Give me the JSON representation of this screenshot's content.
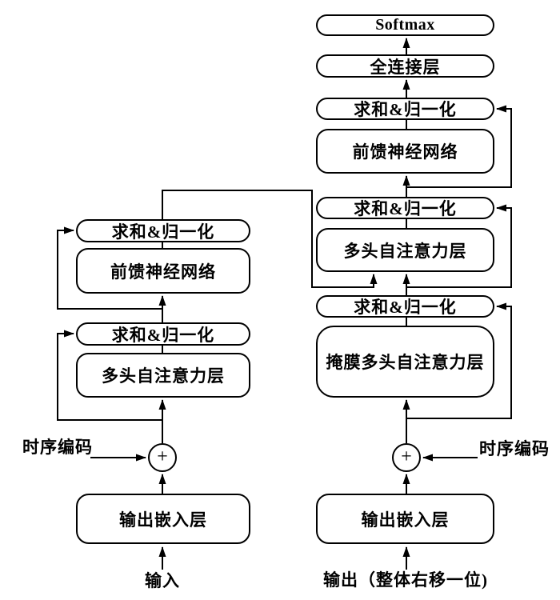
{
  "plus_symbol": "+",
  "colors": {
    "line": "#000000",
    "background": "#ffffff",
    "box_fill": "#ffffff"
  },
  "encoder": {
    "add_norm_top": "求和&归一化",
    "feed_forward": "前馈神经网络",
    "add_norm_bottom": "求和&归一化",
    "multi_head_attention": "多头自注意力层",
    "embedding": "输出嵌入层",
    "input_label": "输入",
    "positional_encoding_label": "时序编码"
  },
  "decoder": {
    "softmax": "Softmax",
    "fully_connected": "全连接层",
    "add_norm_3": "求和&归一化",
    "feed_forward": "前馈神经网络",
    "add_norm_2": "求和&归一化",
    "multi_head_attention": "多头自注意力层",
    "add_norm_1": "求和&归一化",
    "masked_multi_head_attention": "掩膜多头自注意力层",
    "embedding": "输出嵌入层",
    "output_label": "输出（整体右移一位)",
    "positional_encoding_label": "时序编码"
  }
}
